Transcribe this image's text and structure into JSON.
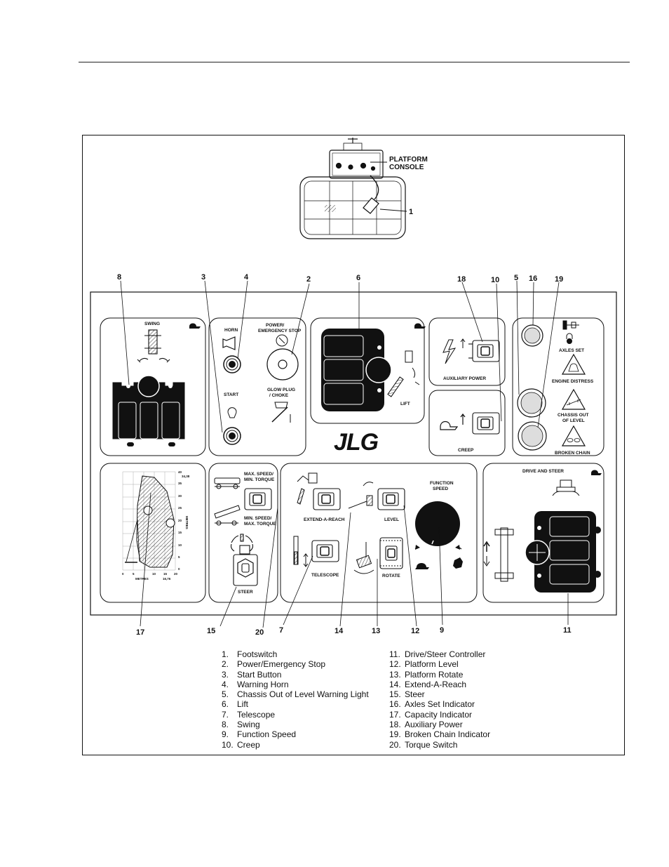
{
  "labels": {
    "platform_console": [
      "PLATFORM",
      "CONSOLE"
    ],
    "swing": "SWING",
    "horn": "HORN",
    "start": "START",
    "power_stop": [
      "POWER/",
      "EMERGENCY STOP"
    ],
    "glow_plug": [
      "GLOW PLUG",
      "/ CHOKE"
    ],
    "lift": "LIFT",
    "aux_power": "AUXILIARY POWER",
    "creep": "CREEP",
    "axles_set": "AXLES SET",
    "engine_distress": "ENGINE DISTRESS",
    "chassis_out": [
      "CHASSIS OUT",
      "OF LEVEL"
    ],
    "broken_chain": "BROKEN CHAIN",
    "brand": "JLG",
    "max_speed": [
      "MAX. SPEED/",
      "MIN. TORQUE"
    ],
    "min_speed": [
      "MIN. SPEED/",
      "MAX. TORQUE"
    ],
    "steer": "STEER",
    "extend_a_reach": "EXTEND-A-REACH",
    "level": "LEVEL",
    "telescope": "TELESCOPE",
    "rotate": "ROTATE",
    "function_speed": [
      "FUNCTION",
      "SPEED"
    ],
    "drive_steer": "DRIVE AND STEER",
    "metres": "METRES",
    "metres_v": "METRES",
    "chart_x_ticks": [
      "0",
      "5",
      "10",
      "15",
      "20"
    ],
    "chart_x_extra": "16,76",
    "chart_y_ticks": [
      "40",
      "35",
      "30",
      "25",
      "20",
      "15",
      "10",
      "5",
      "0"
    ],
    "chart_y_extra": "34,38"
  },
  "callouts": {
    "c1": "1",
    "c2": "2",
    "c3": "3",
    "c4": "4",
    "c5": "5",
    "c6": "6",
    "c7": "7",
    "c8": "8",
    "c9": "9",
    "c10": "10",
    "c11": "11",
    "c12": "12",
    "c13": "13",
    "c14": "14",
    "c15": "15",
    "c16": "16",
    "c17": "17",
    "c18": "18",
    "c19": "19",
    "c20": "20"
  },
  "legend_left": [
    {
      "num": "1.",
      "text": "Footswitch"
    },
    {
      "num": "2.",
      "text": "Power/Emergency Stop"
    },
    {
      "num": "3.",
      "text": "Start Button"
    },
    {
      "num": "4.",
      "text": "Warning Horn"
    },
    {
      "num": "5.",
      "text": "Chassis Out of Level Warning Light"
    },
    {
      "num": "6.",
      "text": "Lift"
    },
    {
      "num": "7.",
      "text": "Telescope"
    },
    {
      "num": "8.",
      "text": "Swing"
    },
    {
      "num": "9.",
      "text": "Function Speed"
    },
    {
      "num": "10.",
      "text": "Creep"
    }
  ],
  "legend_right": [
    {
      "num": "11.",
      "text": "Drive/Steer Controller"
    },
    {
      "num": "12.",
      "text": "Platform Level"
    },
    {
      "num": "13.",
      "text": "Platform Rotate"
    },
    {
      "num": "14.",
      "text": "Extend-A-Reach"
    },
    {
      "num": "15.",
      "text": "Steer"
    },
    {
      "num": "16.",
      "text": "Axles Set Indicator"
    },
    {
      "num": "17.",
      "text": "Capacity Indicator"
    },
    {
      "num": "18.",
      "text": "Auxiliary Power"
    },
    {
      "num": "19.",
      "text": "Broken Chain Indicator"
    },
    {
      "num": "20.",
      "text": "Torque Switch"
    }
  ],
  "colors": {
    "line": "#111111",
    "indicator_fill": "#dddddd",
    "joystick_fill": "#111111"
  }
}
